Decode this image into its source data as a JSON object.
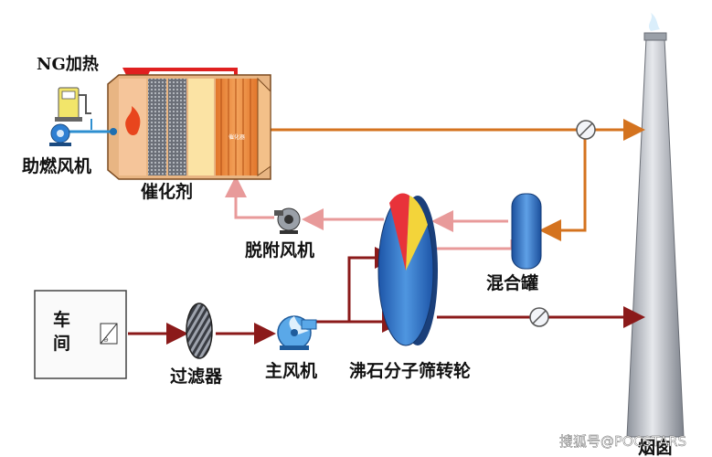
{
  "labels": {
    "ng_heating": "NG加热",
    "burner_fan": "助燃风机",
    "catalyst": "催化剂",
    "catalyst_chamber_tag": "催化器",
    "desorption_fan": "脱附风机",
    "mixing_tank": "混合罐",
    "workshop_line1": "车",
    "workshop_line2": "间",
    "filter": "过滤器",
    "main_fan": "主风机",
    "zeolite_rotor": "沸石分子筛转轮",
    "chimney": "烟囱"
  },
  "watermark": "搜狐号@POCSTARS",
  "colors": {
    "exhaust_line": "#d4731f",
    "hot_loop": "#e02020",
    "desorption_line": "#e89a9a",
    "main_line": "#8b1a1a",
    "rotor_blue": "#2a6bc0",
    "chimney_gray": "#b8bcc4"
  }
}
